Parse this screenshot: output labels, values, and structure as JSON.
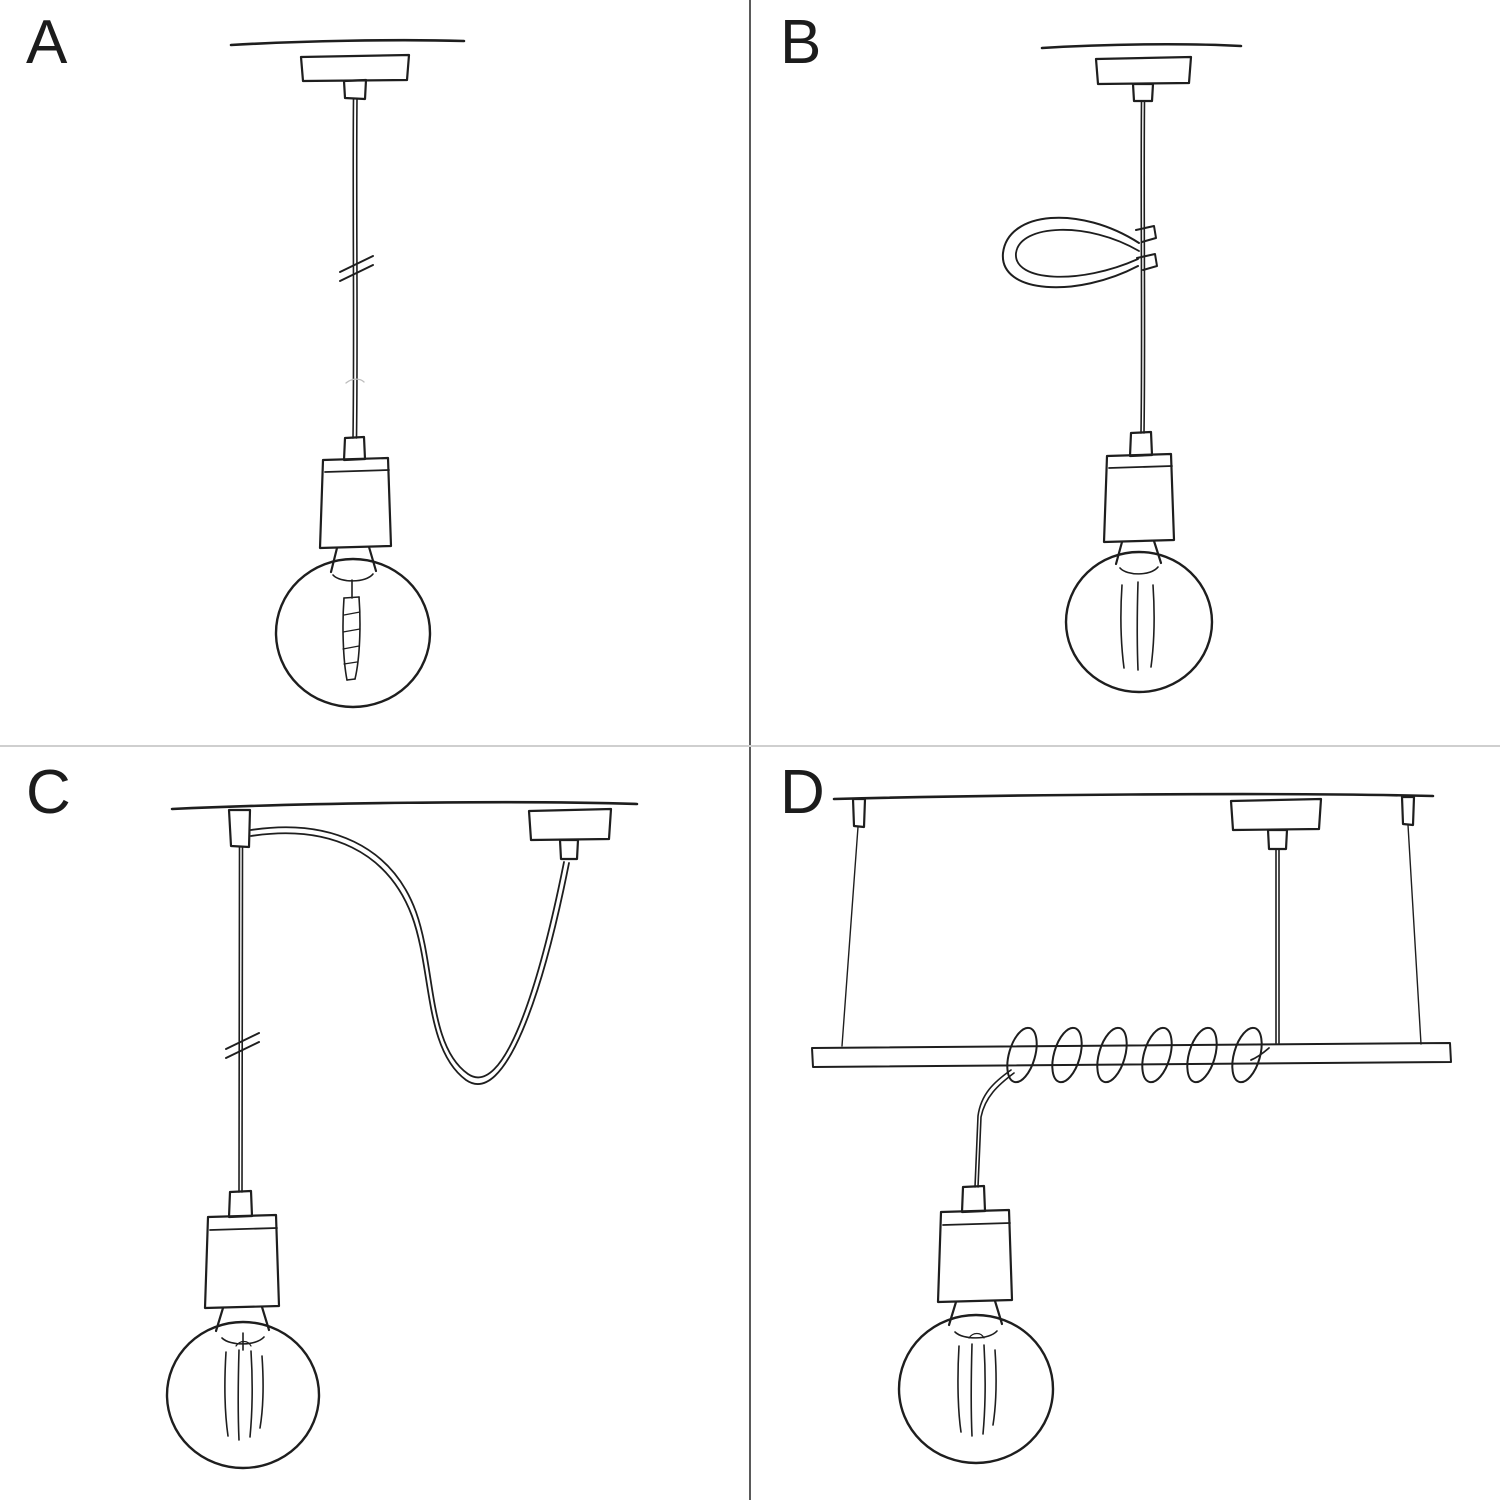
{
  "page": {
    "background_color": "#ffffff",
    "ink_color": "#1e1e1e",
    "divider_vertical_color": "#5a5a5a",
    "divider_horizontal_color": "#cfcfcf"
  },
  "panels": [
    {
      "label": "A",
      "icon": "pendant-lamp-straight-drop-sketch"
    },
    {
      "label": "B",
      "icon": "pendant-lamp-with-cable-clip-sketch"
    },
    {
      "label": "C",
      "icon": "pendant-lamp-swag-hook-sketch"
    },
    {
      "label": "D",
      "icon": "pendant-lamp-wrapped-on-bar-sketch"
    }
  ]
}
